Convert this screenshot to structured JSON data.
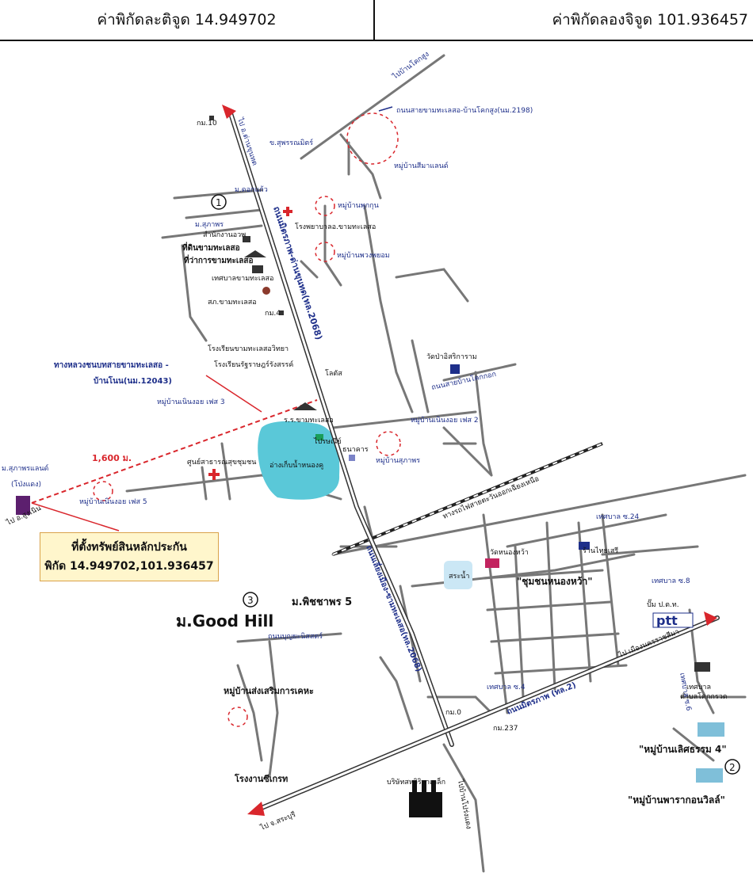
{
  "header": {
    "lat_label": "ค่าพิกัดละติจูด 14.949702",
    "lng_label": "ค่าพิกัดลองจิจูด 101.936457"
  },
  "callout": {
    "title": "ที่ตั้งทรัพย์สินหลักประกัน",
    "coords": "พิกัด 14.949702,101.936457"
  },
  "labels": {
    "road_2198": "ถนนสายขามทะเลสอ-บ้านโคกสูง(นม.2198)",
    "khor_mor_10": "กม.10",
    "to_dan_khun_thot": "ไป อ.ด่านขุนทด",
    "to_wat_kok_sung": "ไปบ้านโคกสูง",
    "sapphanmit_shop": "ข.สุพรรณมิตร์",
    "moo_ban_sima_land": "หมู่บ้านสีมาแลนด์",
    "moo_ban_kaokaew": "ม.ดอกแก้ว",
    "moo_ban_phukkhun": "หมู่บ้านพุกกุน",
    "hospital": "โรงพยาบาลอ.ขามทะเลสอ",
    "moo_ban_suphaphorn": "ม.สุภาพร",
    "district_office": "สำนักงานอวพ",
    "land_office": "ที่ดินขามทะเลสอ",
    "district_hall": "ที่ว่าการขามทะเลสอ",
    "municipality": "เทศบาลขามทะเลสอ",
    "moo_ban_phuang_phayom": "หมู่บ้านพวงพยอม",
    "police": "สภ.ขามทะเลสอ",
    "khor_mor_4": "กม.4",
    "highway_2068": "ถนนมิตรภาพ-ด่านขุนทด(ทล.2068)",
    "school_khamtalaeso": "โรงเรียนขามทะเลสอวิทยา",
    "school_rat": "โรงเรียนรัฐราษฎร์รังสรรค์",
    "wat": "วัดป่าอิสริการาม",
    "rural_road": "ทางหลวงชนบทสายขามทะเลสอ -",
    "rural_road_2": "บ้านโนน(นม.12043)",
    "lotus": "โลตัส",
    "road_ban_khok_kok": "ถนนสายบ้านโคกกอก",
    "moo_ban_noen_ngoi_3": "หมู่บ้านเนินงอย เฟส 3",
    "khamtalaeso_school": "ร.ร.ขามทะเลสอ",
    "moo_ban_noen_ngoi_2": "หมู่บ้านเนินงอย เฟส 2",
    "post_office": "ไปรษณีย์",
    "distance": "1,600 ม.",
    "suphaphorn_land": "ม.สุภาพรแลนด์",
    "pong_daeng": "(โป่งแดง)",
    "health_center": "ศูนย์สาธารณสุขชุมชน",
    "reservoir": "อ่างเก็บน้ำหนองคู",
    "bank": "ธนาคาร",
    "moo_ban_suphaphorn_2": "หมู่บ้านสุภาพร",
    "moo_ban_noen_ngoi_5": "หมู่บ้านเนินงอย เฟส 5",
    "to_sung_noen": "ไป อ.สูงเนิน",
    "railway": "ทางรถไฟสายตะวันออกเฉียงเหนือ",
    "soi_24": "เทศบาล ซ.24",
    "shop_thai": "ร้านไทยเสรี",
    "wat_nong_wa": "วัดหนองหว้า",
    "pond": "สระน้ำ",
    "community": "\"ชุมชนหนองหว้า\"",
    "soi_8": "เทศบาล ซ.8",
    "soi_6": "เทศบาล ซ.6",
    "soi_4": "เทศบาล ซ.4",
    "ptt_station": "ปั๊ม ป.ต.ท.",
    "ptt": "ptt",
    "moo_ban_phitchaporn": "ม.พิชชาพร 5",
    "good_hill": "ม.Good Hill",
    "road_bunyarat": "ถนนบุญยะนิสสตร์",
    "moo_ban_songserm": "หมู่บ้านส่งเสริมการเคหะ",
    "korat_road": "ถนนเลี่ยงเมือง-ขามทะเลสอ(ทล.2068)",
    "to_korat_city": "ไป เมืองนครราชสีมา",
    "municipality_2": "เทศบาล",
    "khok_kruat": "ตำบลโคกกรวด",
    "mittraphap_road": "ถนนมิตรภาพ (ทล.2)",
    "khor_mor_0": "กม.0",
    "khor_mor_237": "กม.237",
    "moo_ban_lert_tham": "\"หมู่บ้านเลิศธรรม 4\"",
    "cement_factory": "โรงงานซีเกรท",
    "steel_company": "บริษัทสหวิริยาเหล็ก",
    "to_ban_phon": "ไปบ้านโปร่งแดง",
    "to_saraburi": "ไป จ.สระบุรี",
    "moo_ban_phara": "\"หมู่บ้านพารากอนวิลล์\"",
    "num_1": "1",
    "num_2": "2",
    "num_3": "3"
  },
  "colors": {
    "road_blue": "#1e2f8a",
    "accent_red": "#d9262c",
    "reservoir": "#5ac8d8",
    "pond": "#cbe7f5",
    "callout_bg": "#fff6cc"
  }
}
